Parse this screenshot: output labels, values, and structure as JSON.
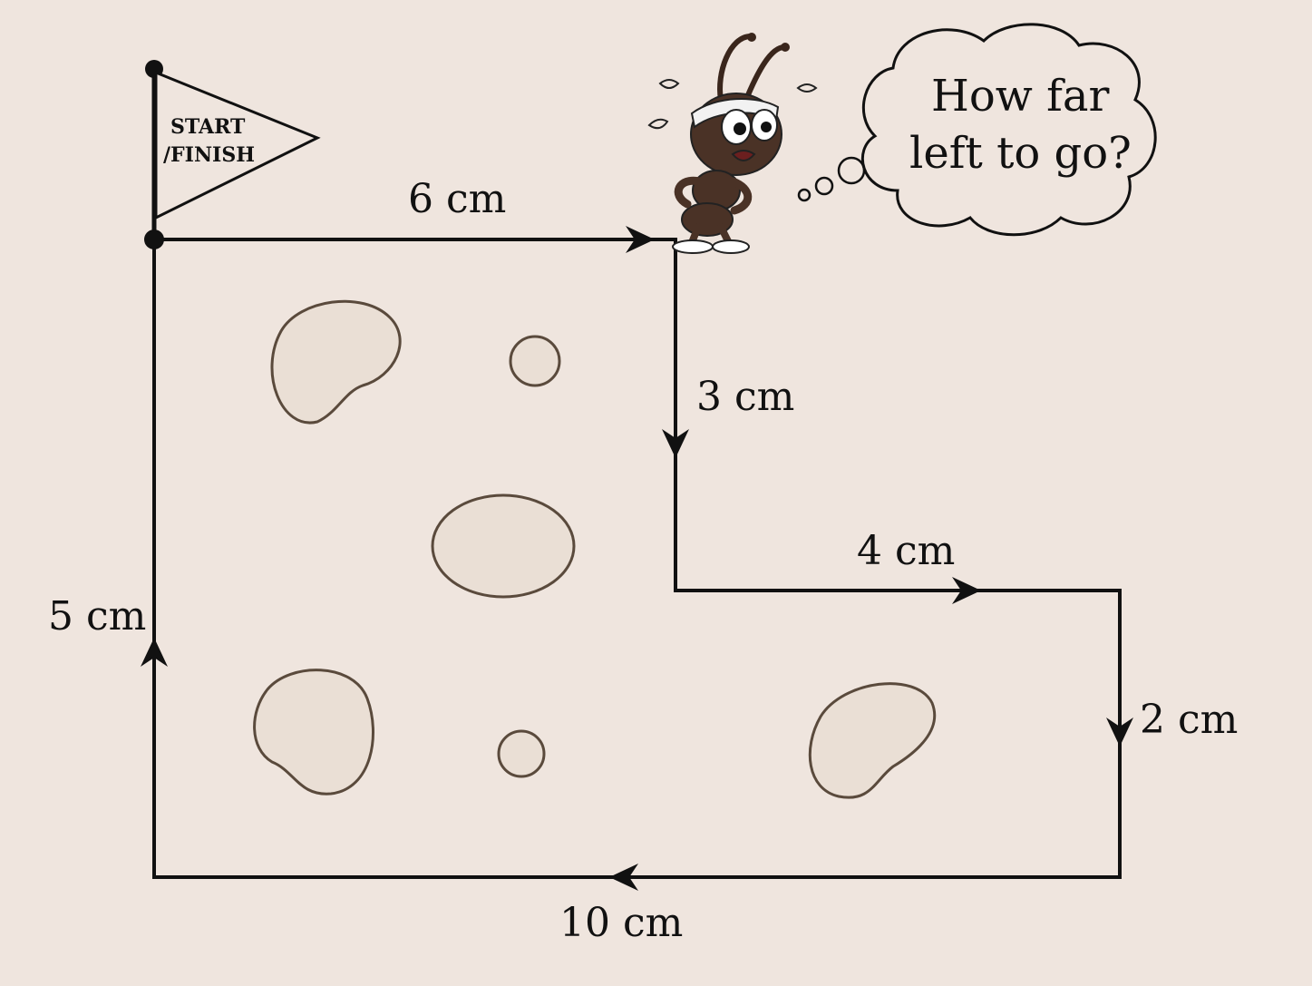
{
  "flag": {
    "line1": "START",
    "line2": "/FINISH"
  },
  "segments": [
    {
      "id": "seg-top",
      "label": "6 cm",
      "value_cm": 6,
      "direction": "right"
    },
    {
      "id": "seg-down1",
      "label": "3 cm",
      "value_cm": 3,
      "direction": "down"
    },
    {
      "id": "seg-mid",
      "label": "4 cm",
      "value_cm": 4,
      "direction": "right"
    },
    {
      "id": "seg-down2",
      "label": "2 cm",
      "value_cm": 2,
      "direction": "down"
    },
    {
      "id": "seg-bottom",
      "label": "10 cm",
      "value_cm": 10,
      "direction": "left"
    },
    {
      "id": "seg-left",
      "label": "5 cm",
      "value_cm": 5,
      "direction": "up"
    }
  ],
  "thought_bubble": {
    "line1": "How far",
    "line2": "left to go?"
  },
  "colors": {
    "background": "#efe5de",
    "line": "#111111",
    "ant_body": "#4a3226"
  }
}
